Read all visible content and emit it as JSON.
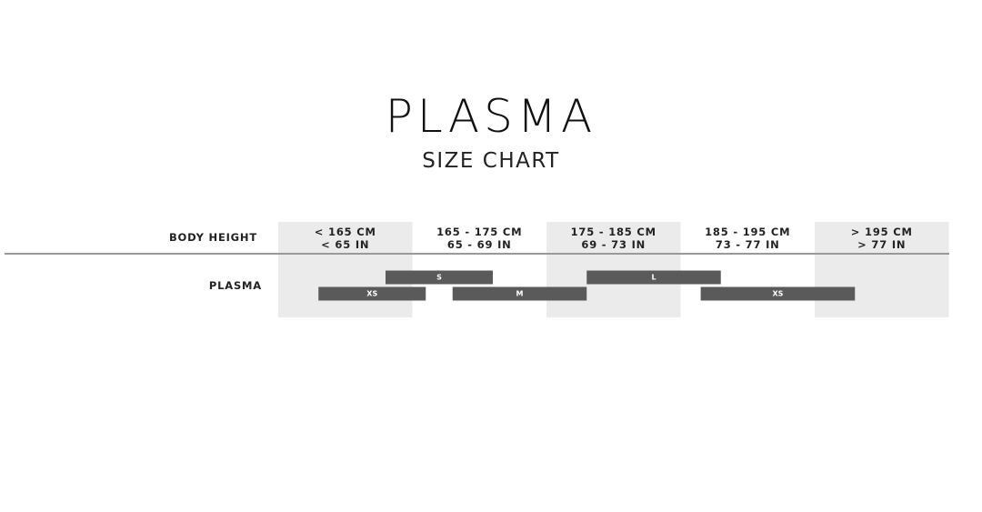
{
  "title": "PLASMA",
  "subtitle": "SIZE CHART",
  "chart_data": {
    "type": "table",
    "header_row_label": "BODY HEIGHT",
    "columns": [
      {
        "line1": "< 165 CM",
        "line2": "< 65 IN",
        "shaded": true
      },
      {
        "line1": "165 - 175 CM",
        "line2": "65 - 69 IN",
        "shaded": false
      },
      {
        "line1": "175 - 185 CM",
        "line2": "69 - 73 IN",
        "shaded": true
      },
      {
        "line1": "185 - 195 CM",
        "line2": "73 - 77 IN",
        "shaded": false
      },
      {
        "line1": "> 195 CM",
        "line2": "> 77 IN",
        "shaded": true
      }
    ],
    "rows": [
      {
        "label": "PLASMA",
        "sizes": [
          {
            "label": "S",
            "lane": 0,
            "from_cm": 163,
            "to_cm": 171
          },
          {
            "label": "L",
            "lane": 0,
            "from_cm": 178,
            "to_cm": 188
          },
          {
            "label": "XS",
            "lane": 1,
            "from_cm": 158,
            "to_cm": 166
          },
          {
            "label": "M",
            "lane": 1,
            "from_cm": 168,
            "to_cm": 178
          },
          {
            "label": "XS",
            "lane": 1,
            "from_cm": 186.5,
            "to_cm": 198
          }
        ]
      }
    ],
    "colors": {
      "shade": "#ebebeb",
      "bar": "#5a5a5a",
      "divider": "#999999"
    }
  }
}
